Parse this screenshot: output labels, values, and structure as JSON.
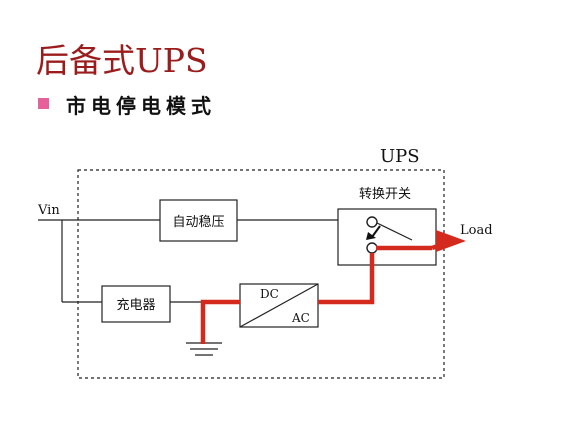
{
  "slide": {
    "title": "后备式UPS",
    "bullet": "市电停电模式"
  },
  "diagram": {
    "container_label": "UPS",
    "input_label": "Vin",
    "output_label": "Load",
    "blocks": {
      "regulator": "自动稳压",
      "switch": "转换开关",
      "charger": "充电器",
      "inverter_top": "DC",
      "inverter_bottom": "AC"
    },
    "colors": {
      "title": "#9b1c1c",
      "bullet": "#e6609a",
      "power_path": "#d42a1e",
      "lines": "#222222"
    }
  }
}
